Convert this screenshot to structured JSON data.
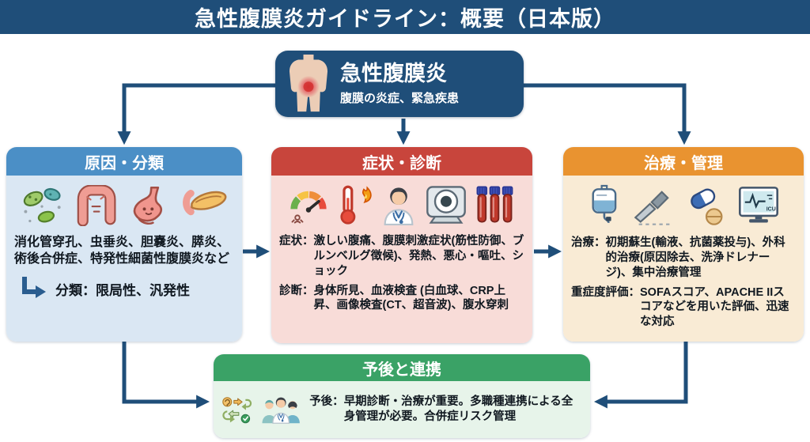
{
  "title": "急性腹膜炎ガイドライン：概要（日本版）",
  "colors": {
    "navy": "#1f4e79",
    "arrow": "#1f4e79",
    "causes_header": "#4b8fc6",
    "causes_body": "#dae7f3",
    "symptoms_header": "#c8453c",
    "symptoms_body": "#f8dcd8",
    "treatment_header": "#e99330",
    "treatment_body": "#f9ebd5",
    "prognosis_header": "#3aa266",
    "prognosis_body": "#e7f4ea"
  },
  "top_box": {
    "title": "急性腹膜炎",
    "subtitle": "腹膜の炎症、緊急疾患",
    "icon": "abdominal-pain-torso-icon"
  },
  "causes": {
    "header": "原因・分類",
    "icons": [
      "bacteria-icon",
      "large-intestine-icon",
      "stomach-icon",
      "pancreas-icon"
    ],
    "body": "消化管穿孔、虫垂炎、胆嚢炎、膵炎、術後合併症、特発性細菌性腹膜炎など",
    "classification": "分類：限局性、汎発性"
  },
  "symptoms": {
    "header": "症状・診断",
    "icons": [
      "pain-scale-gauge-icon",
      "fever-thermometer-icon",
      "doctor-icon",
      "ct-scanner-icon",
      "blood-test-tubes-icon"
    ],
    "rows": [
      {
        "label": "症状：",
        "text": "激しい腹痛、腹膜刺激症状(筋性防御、ブルンベルグ徴候)、発熱、悪心・嘔吐、ショック"
      },
      {
        "label": "診断：",
        "text": "身体所見、血液検査 (白血球、CRP上昇、画像検査(CT、超音波)、腹水穿刺"
      }
    ]
  },
  "treatment": {
    "header": "治療・管理",
    "icons": [
      "iv-drip-icon",
      "scalpel-icon",
      "medication-pills-icon",
      "icu-monitor-icon"
    ],
    "monitor_label": "ICU",
    "rows": [
      {
        "label": "治療：",
        "text": "初期蘇生(輸液、抗菌薬投与)、外科的治療(原因除去、洗浄ドレナージ)、集中治療管理"
      },
      {
        "label": "重症度評価：",
        "text": "SOFAスコア、APACHE IIスコアなどを用いた評価、迅速な対応"
      }
    ]
  },
  "prognosis": {
    "header": "予後と連携",
    "icons": [
      "care-workflow-icon",
      "medical-team-icon"
    ],
    "label": "予後：",
    "text": "早期診断・治療が重要。多職種連携による全身管理が必要。合併症リスク管理"
  }
}
